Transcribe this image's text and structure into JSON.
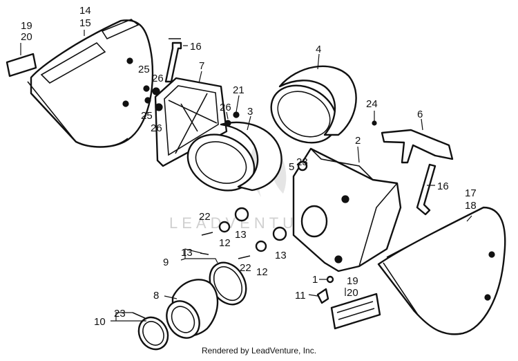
{
  "callouts": [
    {
      "id": "c14",
      "label": "14"
    },
    {
      "id": "c15",
      "label": "15"
    },
    {
      "id": "c19a",
      "label": "19"
    },
    {
      "id": "c20a",
      "label": "20"
    },
    {
      "id": "c16a",
      "label": "16"
    },
    {
      "id": "c7",
      "label": "7"
    },
    {
      "id": "c25a",
      "label": "25"
    },
    {
      "id": "c26a",
      "label": "26"
    },
    {
      "id": "c25b",
      "label": "25"
    },
    {
      "id": "c26b",
      "label": "26"
    },
    {
      "id": "c21",
      "label": "21"
    },
    {
      "id": "c26c",
      "label": "26"
    },
    {
      "id": "c3",
      "label": "3"
    },
    {
      "id": "c4",
      "label": "4"
    },
    {
      "id": "c24",
      "label": "24"
    },
    {
      "id": "c6",
      "label": "6"
    },
    {
      "id": "c2",
      "label": "2"
    },
    {
      "id": "c5",
      "label": "5"
    },
    {
      "id": "c23a",
      "label": "23"
    },
    {
      "id": "c16b",
      "label": "16"
    },
    {
      "id": "c17",
      "label": "17"
    },
    {
      "id": "c18",
      "label": "18"
    },
    {
      "id": "c22a",
      "label": "22"
    },
    {
      "id": "c12a",
      "label": "12"
    },
    {
      "id": "c13a",
      "label": "13"
    },
    {
      "id": "c13b",
      "label": "13"
    },
    {
      "id": "c22b",
      "label": "22"
    },
    {
      "id": "c12b",
      "label": "12"
    },
    {
      "id": "c13c",
      "label": "13"
    },
    {
      "id": "c9",
      "label": "9"
    },
    {
      "id": "c1",
      "label": "1"
    },
    {
      "id": "c19b",
      "label": "19"
    },
    {
      "id": "c20b",
      "label": "20"
    },
    {
      "id": "c11",
      "label": "11"
    },
    {
      "id": "c8",
      "label": "8"
    },
    {
      "id": "c23b",
      "label": "23"
    },
    {
      "id": "c10",
      "label": "10"
    }
  ],
  "watermark": "LEADVENTURE",
  "footer": "Rendered by LeadVenture, Inc."
}
